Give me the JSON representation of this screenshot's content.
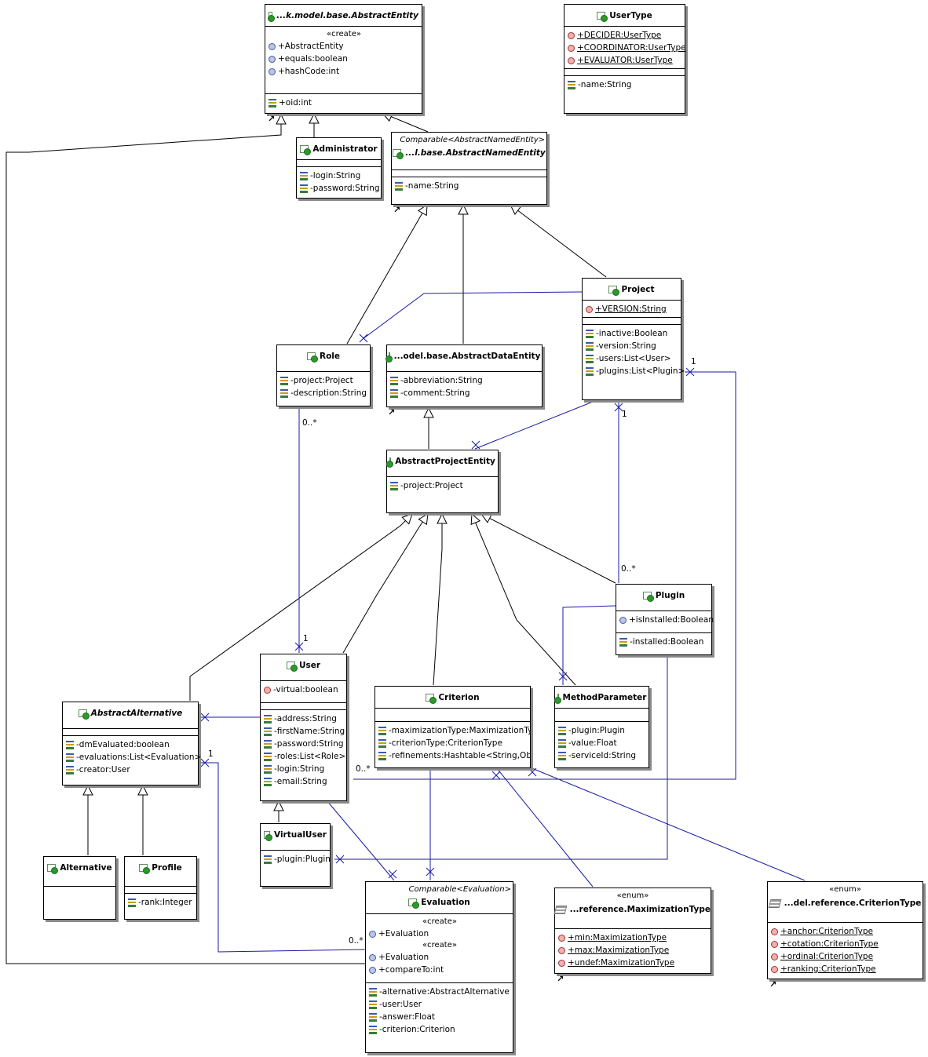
{
  "classes": {
    "abstract_entity": {
      "title": "...k.model.base.AbstractEntity",
      "stereotype": "«create»",
      "ops": [
        "+AbstractEntity",
        "+equals:boolean",
        "+hashCode:int"
      ],
      "attrs": [
        "+oid:int"
      ]
    },
    "user_type": {
      "title": "UserType",
      "consts": [
        "+DECIDER:UserType",
        "+COORDINATOR:UserType",
        "+EVALUATOR:UserType"
      ],
      "attrs": [
        "-name:String"
      ]
    },
    "administrator": {
      "title": "Administrator",
      "attrs": [
        "-login:String",
        "-password:String"
      ]
    },
    "abstract_named_entity": {
      "interface": "Comparable<AbstractNamedEntity>",
      "title": "...l.base.AbstractNamedEntity",
      "attrs": [
        "-name:String"
      ]
    },
    "project": {
      "title": "Project",
      "consts": [
        "+VERSION:String"
      ],
      "attrs": [
        "-inactive:Boolean",
        "-version:String",
        "-users:List<User>",
        "-plugins:List<Plugin>"
      ]
    },
    "role": {
      "title": "Role",
      "attrs": [
        "-project:Project",
        "-description:String"
      ]
    },
    "abstract_data_entity": {
      "title": "...odel.base.AbstractDataEntity",
      "attrs": [
        "-abbreviation:String",
        "-comment:String"
      ]
    },
    "abstract_project_entity": {
      "title": "AbstractProjectEntity",
      "attrs": [
        "-project:Project"
      ]
    },
    "plugin": {
      "title": "Plugin",
      "ops": [
        "+isInstalled:Boolean"
      ],
      "attrs": [
        "-installed:Boolean"
      ]
    },
    "user": {
      "title": "User",
      "consts": [
        "-virtual:boolean"
      ],
      "attrs": [
        "-address:String",
        "-firstName:String",
        "-password:String",
        "-roles:List<Role>",
        "-login:String",
        "-email:String"
      ]
    },
    "criterion": {
      "title": "Criterion",
      "attrs": [
        "-maximizationType:MaximizationTy",
        "-criterionType:CriterionType",
        "-refinements:Hashtable<String,Obj"
      ]
    },
    "method_parameter": {
      "title": "MethodParameter",
      "attrs": [
        "-plugin:Plugin",
        "-value:Float",
        "-serviceId:String"
      ]
    },
    "abstract_alternative": {
      "title": "AbstractAlternative",
      "attrs": [
        "-dmEvaluated:boolean",
        "-evaluations:List<Evaluation>",
        "-creator:User"
      ]
    },
    "virtual_user": {
      "title": "VirtualUser",
      "attrs": [
        "-plugin:Plugin"
      ]
    },
    "alternative": {
      "title": "Alternative"
    },
    "profile": {
      "title": "Profile",
      "attrs": [
        "-rank:Integer"
      ]
    },
    "evaluation": {
      "interface": "Comparable<Evaluation>",
      "title": "Evaluation",
      "stereotype": "«create»",
      "ops1": [
        "+Evaluation"
      ],
      "ops2": [
        "+Evaluation",
        "+compareTo:int"
      ],
      "attrs": [
        "-alternative:AbstractAlternative",
        "-user:User",
        "-answer:Float",
        "-criterion:Criterion"
      ]
    },
    "maximization_type": {
      "stereotype": "«enum»",
      "title": "...reference.MaximizationType",
      "consts": [
        "+min:MaximizationType",
        "+max:MaximizationType",
        "+undef:MaximizationType"
      ]
    },
    "criterion_type": {
      "stereotype": "«enum»",
      "title": "...del.reference.CriterionType",
      "consts": [
        "+anchor:CriterionType",
        "+cotation:CriterionType",
        "+ordinal:CriterionType",
        "+ranking:CriterionType"
      ]
    }
  },
  "multiplicities": {
    "role_users": "0..*",
    "user_role": "1",
    "project_plugin": "1",
    "plugin_project": "0..*",
    "project_criterion": "1",
    "criterion_project": "0..*",
    "alternative_evaluation": "1",
    "evaluation_alternative": "0..*"
  }
}
